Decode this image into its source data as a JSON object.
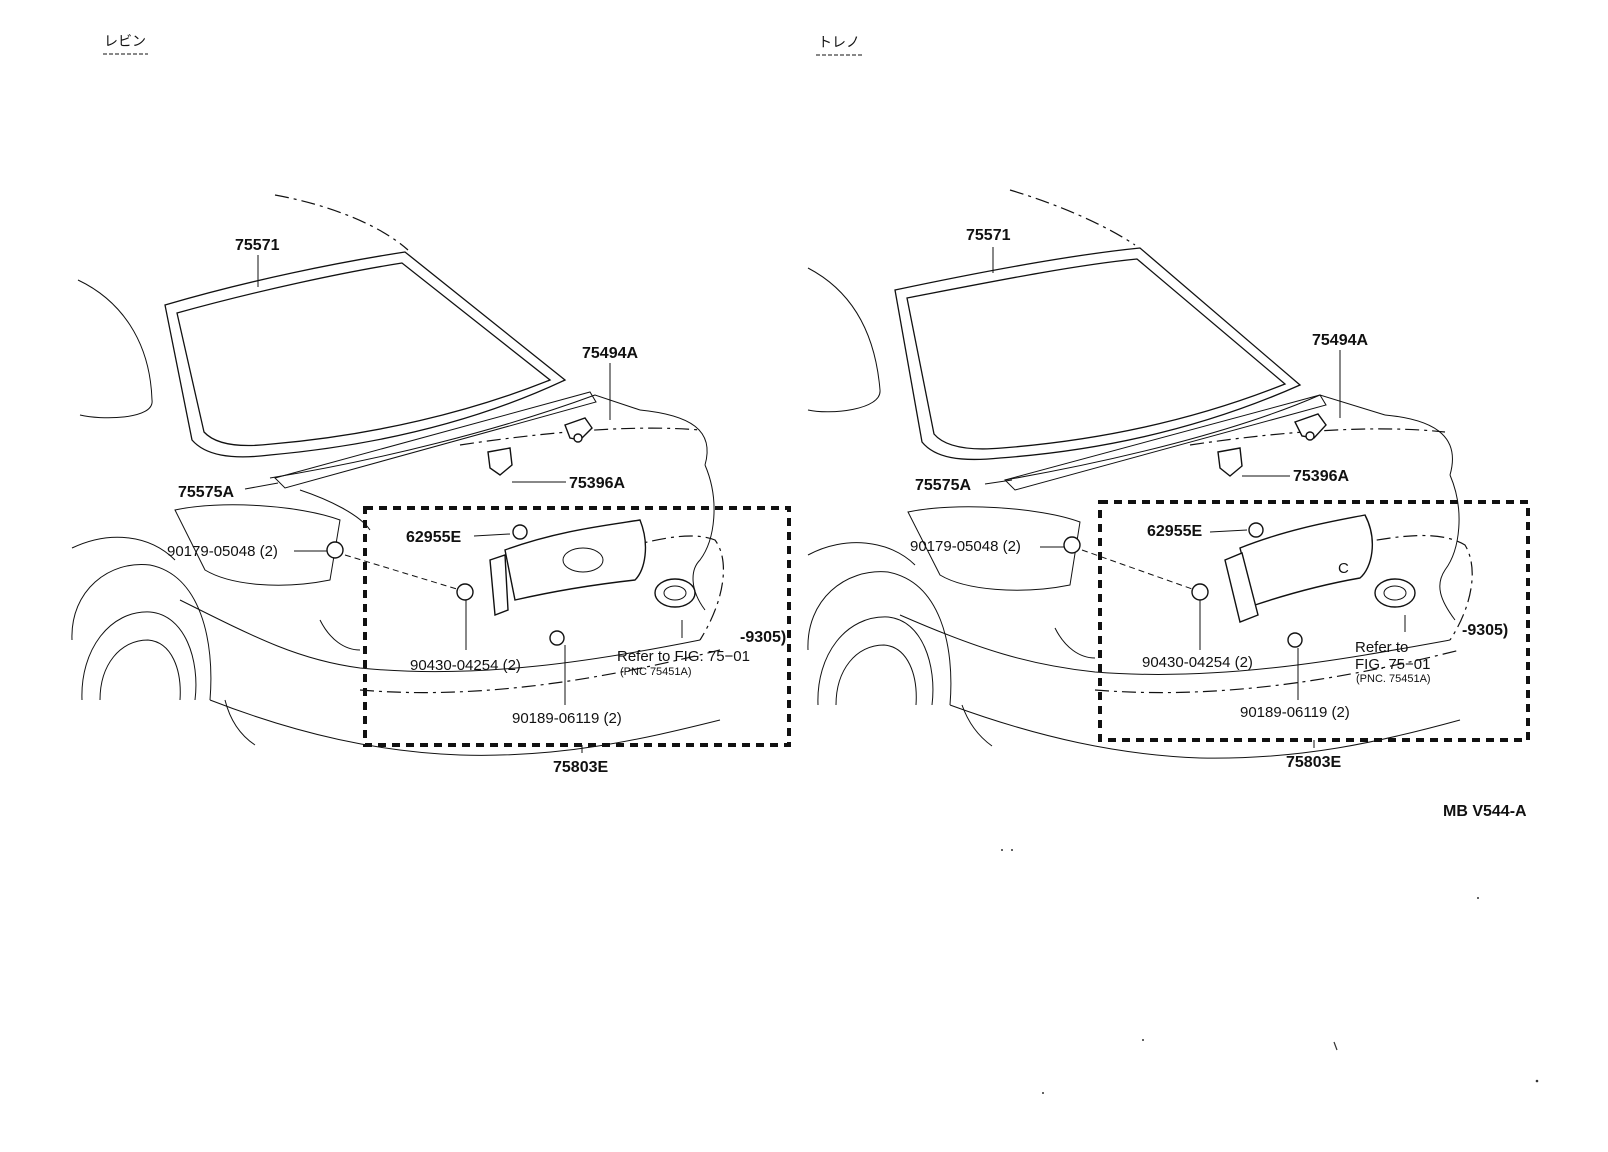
{
  "headers": {
    "left": "レビン",
    "right": "トレノ"
  },
  "left_panel": {
    "p75571": "75571",
    "p75494A": "75494A",
    "p75575A": "75575A",
    "p75396A": "75396A",
    "p90179": "90179-05048 (2)",
    "p62955E": "62955E",
    "p90430": "90430-04254 (2)",
    "p9305": "-9305)",
    "refer": "Refer to FIG. 75−01",
    "pnc": "(PNC 75451A)",
    "p90189": "90189-06119 (2)",
    "p75803E": "75803E"
  },
  "right_panel": {
    "p75571": "75571",
    "p75494A": "75494A",
    "p75575A": "75575A",
    "p75396A": "75396A",
    "p90179": "90179-05048 (2)",
    "p62955E": "62955E",
    "p90430": "90430-04254 (2)",
    "p9305": "-9305)",
    "refer_line1": "Refer to",
    "refer_line2": "FIG. 75−01",
    "pnc": "(PNC. 75451A)",
    "p90189": "90189-06119 (2)",
    "p75803E": "75803E"
  },
  "figure_code": "MB V544-A"
}
